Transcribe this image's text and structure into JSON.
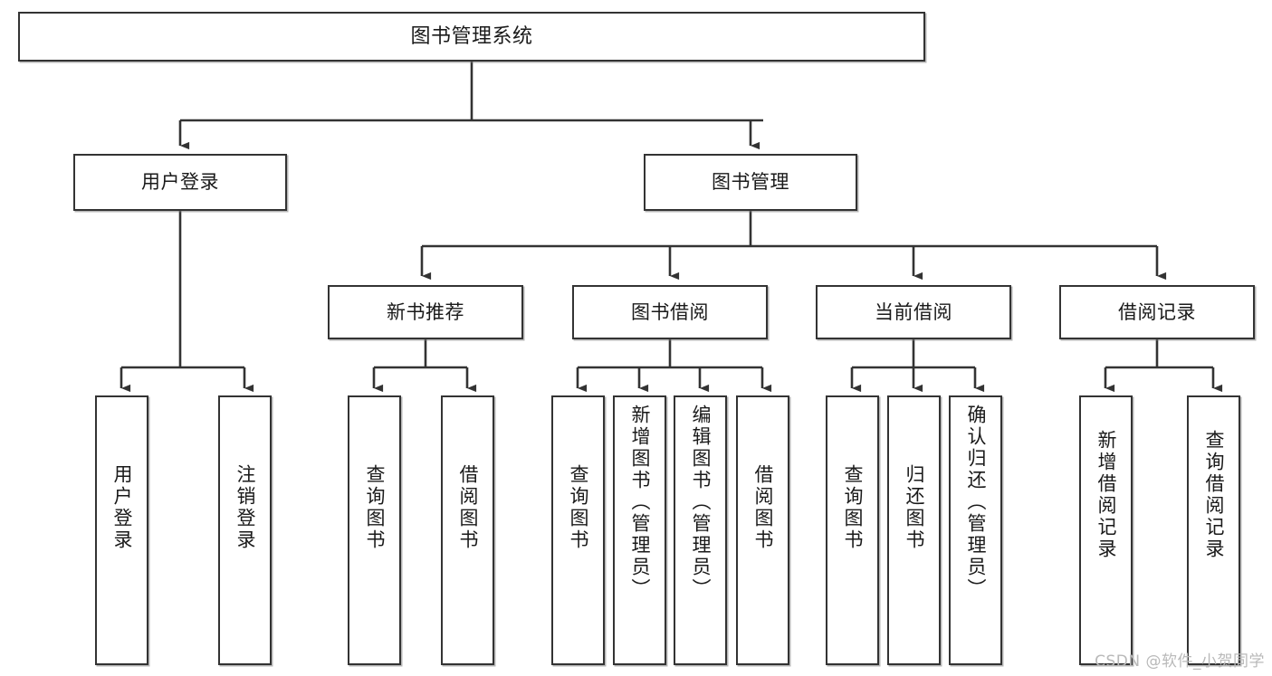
{
  "diagram": {
    "title": "图书管理系统",
    "type": "tree-hierarchy",
    "watermark": "CSDN @软件_小贺同学",
    "colors": {
      "stroke": "#333333",
      "fill": "#ffffff",
      "text": "#1a1a1a",
      "watermark": "#b9b9b9"
    },
    "nodes": {
      "root": {
        "label": "图书管理系统"
      },
      "level2": [
        {
          "label": "用户登录"
        },
        {
          "label": "图书管理"
        }
      ],
      "level3": [
        {
          "label": "新书推荐"
        },
        {
          "label": "图书借阅"
        },
        {
          "label": "当前借阅"
        },
        {
          "label": "借阅记录"
        }
      ],
      "leaves": {
        "user_login": [
          {
            "label": "用户登录"
          },
          {
            "label": "注销登录"
          }
        ],
        "new_book": [
          {
            "label": "查询图书"
          },
          {
            "label": "借阅图书"
          }
        ],
        "book_borrow": [
          {
            "label": "查询图书"
          },
          {
            "label": "新增图书（管理员）"
          },
          {
            "label": "编辑图书（管理员）"
          },
          {
            "label": "借阅图书"
          }
        ],
        "current_borrow": [
          {
            "label": "查询图书"
          },
          {
            "label": "归还图书"
          },
          {
            "label": "确认归还（管理员）"
          }
        ],
        "borrow_record": [
          {
            "label": "新增借阅记录"
          },
          {
            "label": "查询借阅记录"
          }
        ]
      }
    }
  }
}
